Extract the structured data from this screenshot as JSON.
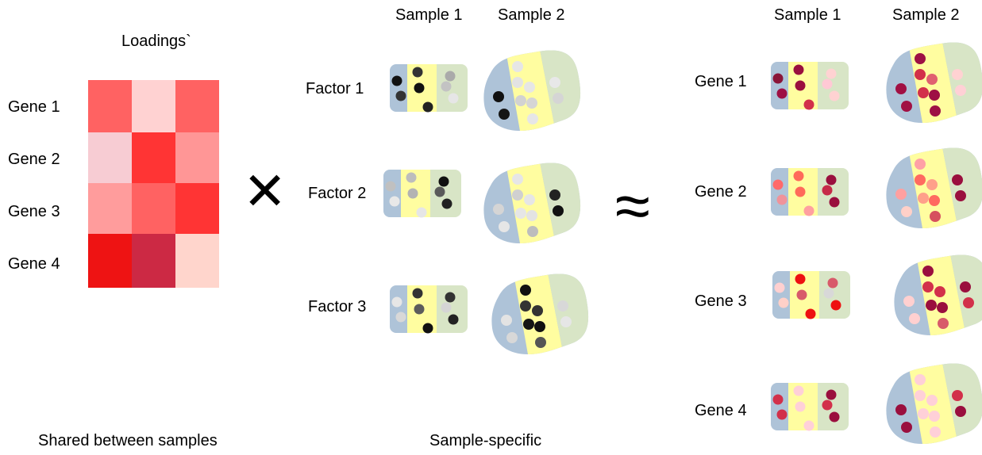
{
  "colors": {
    "region_blue": "#aec3d8",
    "region_yellow": "#fffda0",
    "region_green": "#d8e5c6"
  },
  "loadings": {
    "title": "Loadings`",
    "row_labels": [
      "Gene 1",
      "Gene 2",
      "Gene 3",
      "Gene 4"
    ],
    "cells": [
      [
        "#ff6262",
        "#ffd2d2",
        "#ff6262"
      ],
      [
        "#f7ccd3",
        "#ff3434",
        "#ff9696"
      ],
      [
        "#ff9c9c",
        "#ff6262",
        "#ff3434"
      ],
      [
        "#ee1313",
        "#cc2944",
        "#ffd5cc"
      ]
    ],
    "caption": "Shared between samples"
  },
  "operators": {
    "times": "✕",
    "approx": "≈"
  },
  "factors": {
    "column_headers": [
      "Sample 1",
      "Sample 2"
    ],
    "row_labels": [
      "Factor 1",
      "Factor 2",
      "Factor 3"
    ],
    "caption": "Sample-specific",
    "rows": [
      {
        "s1": {
          "blue": [
            "#111111",
            "#333333"
          ],
          "yellow": [
            "#333333",
            "#111111",
            "#222222"
          ],
          "green": [
            "#aaaaaa",
            "#c3c3c3",
            "#e6e6e6"
          ]
        },
        "s2": {
          "blue": [
            "#111111",
            "#151515"
          ],
          "yellow": [
            "#e6e6e6",
            "#e3e3e3",
            "#e6e6e6",
            "#d2d2d2",
            "#d5d5d5",
            "#e6e6e6"
          ],
          "green": [
            "#e8e8e8",
            "#d5d5d5"
          ]
        }
      },
      {
        "s1": {
          "blue": [
            "#c0c0c0",
            "#e8e8e8"
          ],
          "yellow": [
            "#bdbdbd",
            "#b3b3b3",
            "#e6e6e6"
          ],
          "green": [
            "#111111",
            "#5a5a5a",
            "#222222"
          ]
        },
        "s2": {
          "blue": [
            "#d5d5d5",
            "#e6e6e6"
          ],
          "yellow": [
            "#e6e6e6",
            "#d0d0d0",
            "#e6e6e6",
            "#e6e6e6",
            "#e3e3e3",
            "#bdbdbd"
          ],
          "green": [
            "#222222",
            "#111111"
          ]
        }
      },
      {
        "s1": {
          "blue": [
            "#e6e6e6",
            "#d8d8d8"
          ],
          "yellow": [
            "#333333",
            "#5c5c5c",
            "#111111"
          ],
          "green": [
            "#333333",
            "#d5d5d5",
            "#222222"
          ]
        },
        "s2": {
          "blue": [
            "#e3e3e3",
            "#d8d8d8"
          ],
          "yellow": [
            "#111111",
            "#333333",
            "#333333",
            "#151515",
            "#111111",
            "#555555"
          ],
          "green": [
            "#d8d8d8",
            "#e6e6e6"
          ]
        }
      }
    ]
  },
  "genes": {
    "column_headers": [
      "Sample 1",
      "Sample 2"
    ],
    "row_labels": [
      "Gene 1",
      "Gene 2",
      "Gene 3",
      "Gene 4"
    ],
    "rows": [
      {
        "s1": {
          "blue": [
            "#8a1538",
            "#9e1044"
          ],
          "yellow": [
            "#9a0f3e",
            "#9a0f3e",
            "#d2304a"
          ],
          "green": [
            "#ffd2d2",
            "#ffc9d5",
            "#ffd2d2"
          ]
        },
        "s2": {
          "blue": [
            "#a11043",
            "#a11043"
          ],
          "yellow": [
            "#9e1044",
            "#d2304a",
            "#e06070",
            "#d2304a",
            "#9e1044",
            "#9e1044"
          ],
          "green": [
            "#ffd2d2",
            "#ffd0d5"
          ]
        }
      },
      {
        "s1": {
          "blue": [
            "#ff6a6a",
            "#f0939a"
          ],
          "yellow": [
            "#ff6a5a",
            "#ff6a5a",
            "#ffa0a0"
          ],
          "green": [
            "#9a0f3e",
            "#c62a48",
            "#9a0f3e"
          ]
        },
        "s2": {
          "blue": [
            "#ffa0a0",
            "#ffd0c8"
          ],
          "yellow": [
            "#ffa0a6",
            "#ff6a60",
            "#ffa08a",
            "#ffa08a",
            "#ff6a60",
            "#d6505e"
          ],
          "green": [
            "#9a0f3e",
            "#9a0f3e"
          ]
        }
      },
      {
        "s1": {
          "blue": [
            "#ffd0d0",
            "#ffd0c8"
          ],
          "yellow": [
            "#ee1111",
            "#d85a6a",
            "#ee1111"
          ],
          "green": [
            "#d85a6a",
            "#d8d8d8",
            "#ee1111"
          ]
        },
        "s2": {
          "blue": [
            "#ffd0d0",
            "#ffd0d0"
          ],
          "yellow": [
            "#9a0f3e",
            "#d2304a",
            "#d2304a",
            "#9a0f3e",
            "#9a0f3e",
            "#d85a6a"
          ],
          "green": [
            "#9a0f3e",
            "#d2304a"
          ]
        }
      },
      {
        "s1": {
          "blue": [
            "#d2304a",
            "#d2304a"
          ],
          "yellow": [
            "#ffd0d8",
            "#ffd0d8",
            "#ffd0d8"
          ],
          "green": [
            "#9a0f3e",
            "#d2304a",
            "#9a0f3e"
          ]
        },
        "s2": {
          "blue": [
            "#9a0f3e",
            "#9a0f3e"
          ],
          "yellow": [
            "#ffd0d8",
            "#ffd0d8",
            "#ffd0d8",
            "#ffd0d8",
            "#ffd0d8",
            "#ffd0d8"
          ],
          "green": [
            "#d2304a",
            "#9a0f3e"
          ]
        }
      }
    ]
  }
}
